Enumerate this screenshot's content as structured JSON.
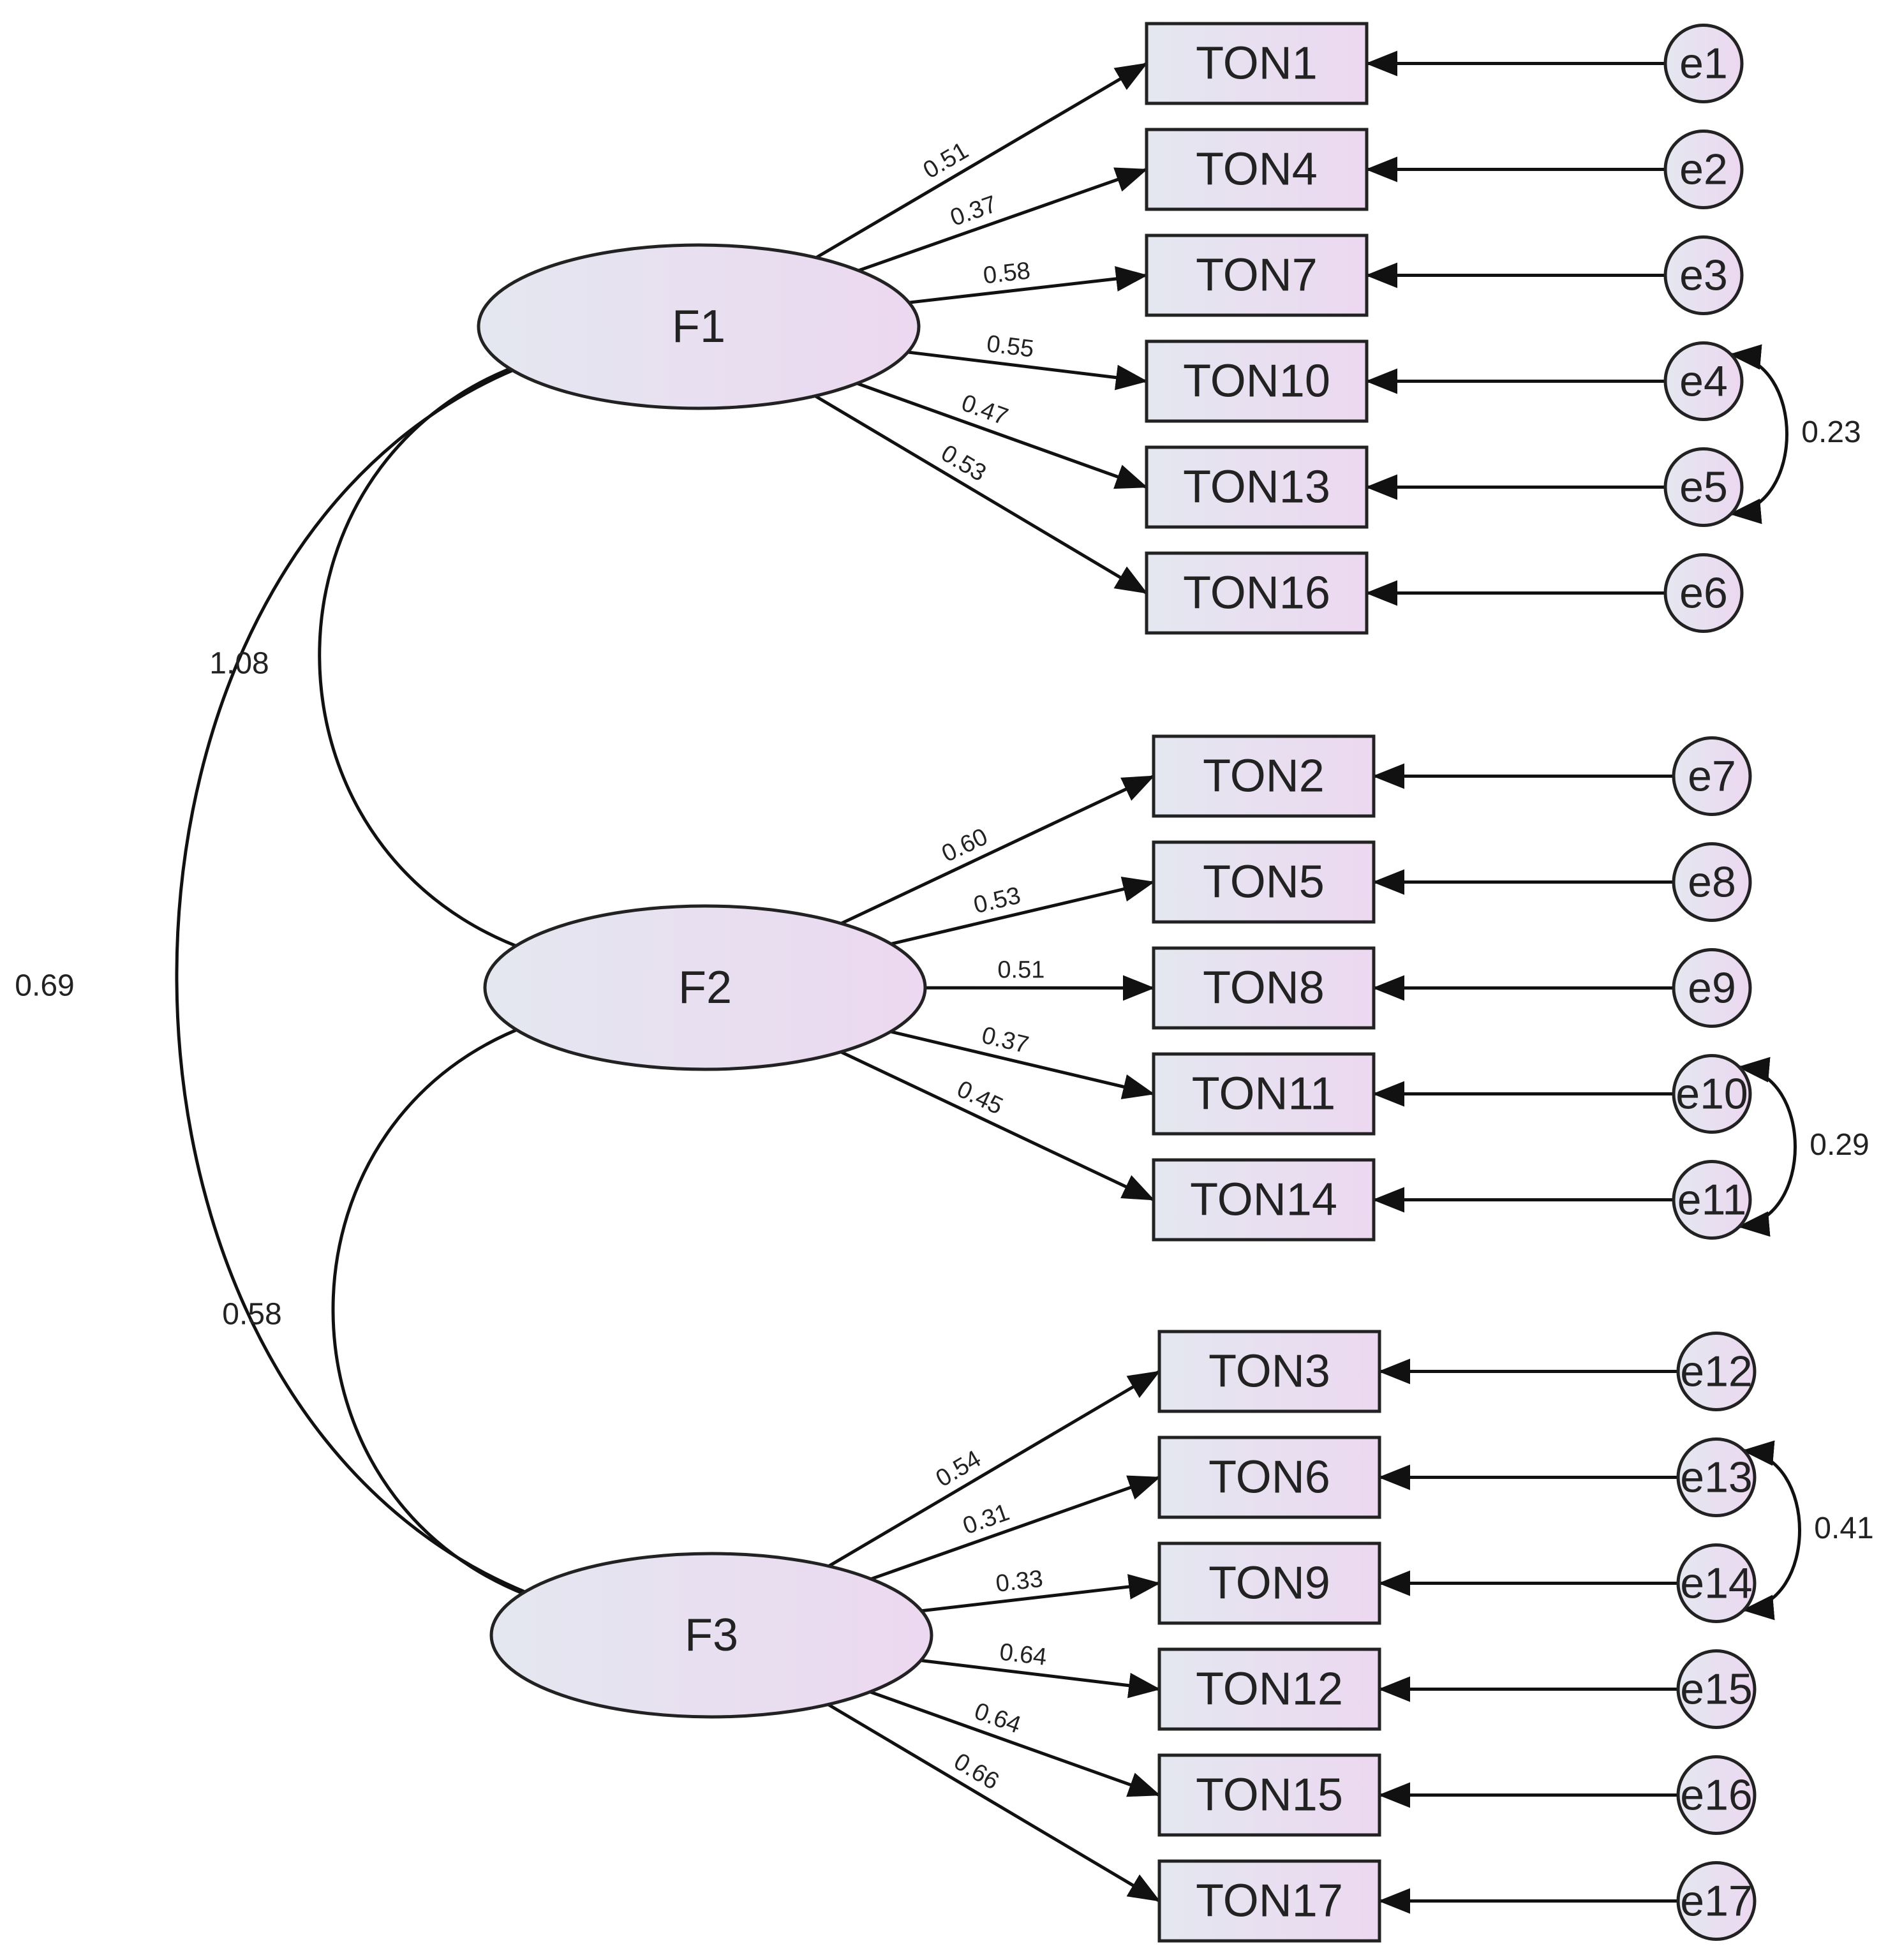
{
  "colors": {
    "stroke": "#111111",
    "fill_start": "#e4e7f0",
    "fill_end": "#ecd8f0",
    "background": "#ffffff"
  },
  "factors": [
    {
      "id": "F1",
      "label": "F1"
    },
    {
      "id": "F2",
      "label": "F2"
    },
    {
      "id": "F3",
      "label": "F3"
    }
  ],
  "indicators": [
    {
      "label": "TON1",
      "factor": "F1",
      "loading": "0.51",
      "error": "e1"
    },
    {
      "label": "TON4",
      "factor": "F1",
      "loading": "0.37",
      "error": "e2"
    },
    {
      "label": "TON7",
      "factor": "F1",
      "loading": "0.58",
      "error": "e3"
    },
    {
      "label": "TON10",
      "factor": "F1",
      "loading": "0.55",
      "error": "e4"
    },
    {
      "label": "TON13",
      "factor": "F1",
      "loading": "0.47",
      "error": "e5"
    },
    {
      "label": "TON16",
      "factor": "F1",
      "loading": "0.53",
      "error": "e6"
    },
    {
      "label": "TON2",
      "factor": "F2",
      "loading": "0.60",
      "error": "e7"
    },
    {
      "label": "TON5",
      "factor": "F2",
      "loading": "0.53",
      "error": "e8"
    },
    {
      "label": "TON8",
      "factor": "F2",
      "loading": "0.51",
      "error": "e9"
    },
    {
      "label": "TON11",
      "factor": "F2",
      "loading": "0.37",
      "error": "e10"
    },
    {
      "label": "TON14",
      "factor": "F2",
      "loading": "0.45",
      "error": "e11"
    },
    {
      "label": "TON3",
      "factor": "F3",
      "loading": "0.54",
      "error": "e12"
    },
    {
      "label": "TON6",
      "factor": "F3",
      "loading": "0.31",
      "error": "e13"
    },
    {
      "label": "TON9",
      "factor": "F3",
      "loading": "0.33",
      "error": "e14"
    },
    {
      "label": "TON12",
      "factor": "F3",
      "loading": "0.64",
      "error": "e15"
    },
    {
      "label": "TON15",
      "factor": "F3",
      "loading": "0.64",
      "error": "e16"
    },
    {
      "label": "TON17",
      "factor": "F3",
      "loading": "0.66",
      "error": "e17"
    }
  ],
  "factor_covariances": [
    {
      "from": "F1",
      "to": "F2",
      "value": "1.08"
    },
    {
      "from": "F1",
      "to": "F3",
      "value": "0.69"
    },
    {
      "from": "F2",
      "to": "F3",
      "value": "0.58"
    }
  ],
  "error_covariances": [
    {
      "from": "e4",
      "to": "e5",
      "value": "0.23"
    },
    {
      "from": "e10",
      "to": "e11",
      "value": "0.29"
    },
    {
      "from": "e13",
      "to": "e14",
      "value": "0.41"
    }
  ]
}
